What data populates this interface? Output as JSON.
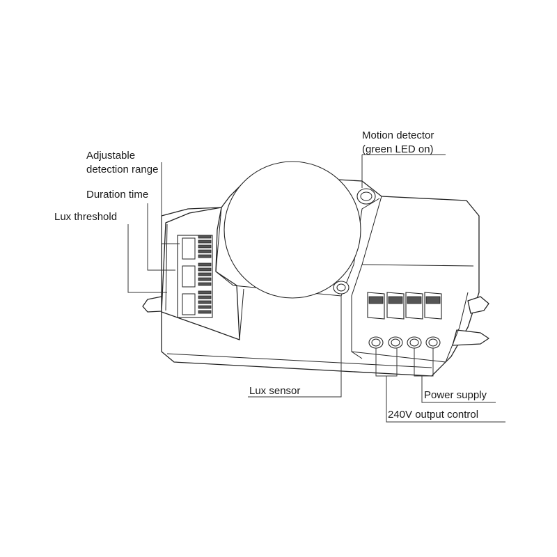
{
  "labels": {
    "adjustable_range_line1": "Adjustable",
    "adjustable_range_line2": "detection range",
    "duration_time": "Duration time",
    "lux_threshold": "Lux threshold",
    "motion_detector_line1": "Motion detector",
    "motion_detector_line2": "(green LED on)",
    "lux_sensor": "Lux sensor",
    "power_supply": "Power supply",
    "output_control": "240V output control"
  }
}
